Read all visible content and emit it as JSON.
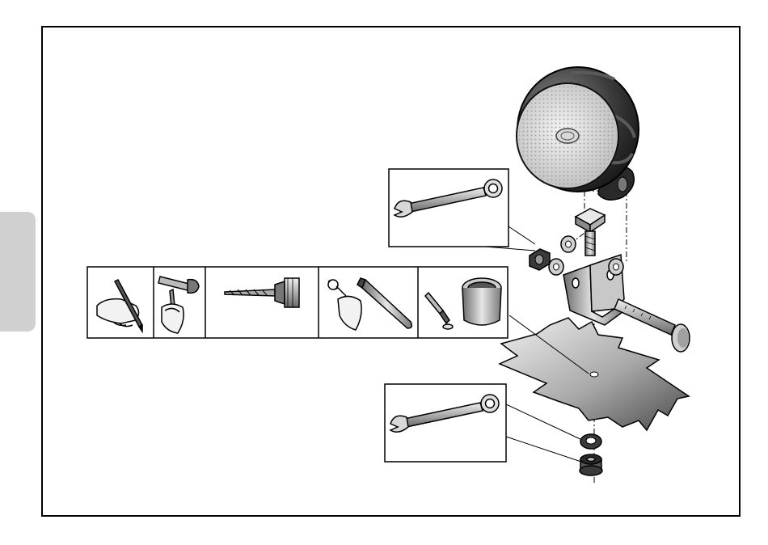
{
  "figure": {
    "side_tab_color": "#d0d0d0",
    "frame_color": "#000000",
    "tool_strip_icons": [
      "pen-marking-icon",
      "center-punch-hammer-icon",
      "drill-bit-chuck-icon",
      "deburr-tool-icon",
      "paint-brush-pot-icon"
    ],
    "wrench_callouts": [
      "upper-wrench-icon",
      "lower-wrench-icon"
    ],
    "parts": [
      "work-lamp",
      "square-head-bolt",
      "washer",
      "nut",
      "l-bracket",
      "long-bolt",
      "mounting-plate",
      "flange-nut"
    ]
  }
}
